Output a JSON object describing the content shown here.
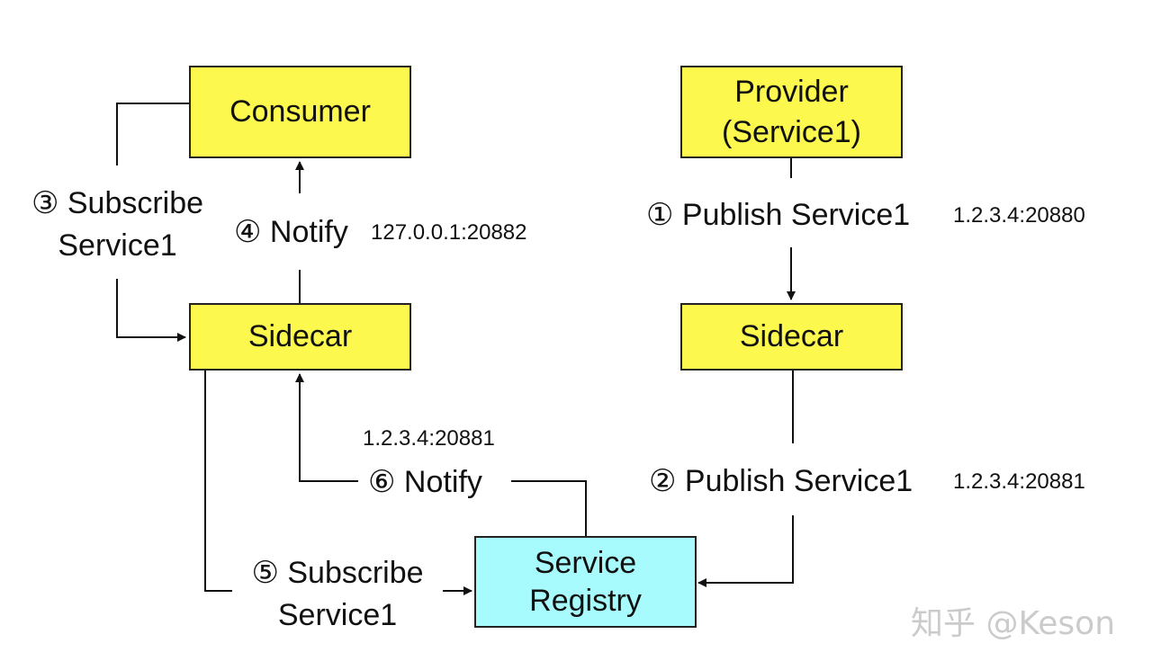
{
  "nodes": {
    "consumer": "Consumer",
    "provider_line1": "Provider",
    "provider_line2": "(Service1)",
    "sidecar_left": "Sidecar",
    "sidecar_right": "Sidecar",
    "registry_line1": "Service",
    "registry_line2": "Registry"
  },
  "edges": {
    "subscribe3_line1": "③ Subscribe",
    "subscribe3_line2": "Service1",
    "notify4": "④ Notify",
    "notify4_addr": "127.0.0.1:20882",
    "publish1": "① Publish Service1",
    "publish1_addr": "1.2.3.4:20880",
    "publish2": "② Publish Service1",
    "publish2_addr": "1.2.3.4:20881",
    "notify6": "⑥ Notify",
    "notify6_addr": "1.2.3.4:20881",
    "subscribe5_line1": "⑤ Subscribe",
    "subscribe5_line2": "Service1"
  },
  "watermark": "知乎 @Keson",
  "colors": {
    "sidecar_fill": "#fdf84d",
    "registry_fill": "#a8fbfc",
    "line": "#111111"
  }
}
